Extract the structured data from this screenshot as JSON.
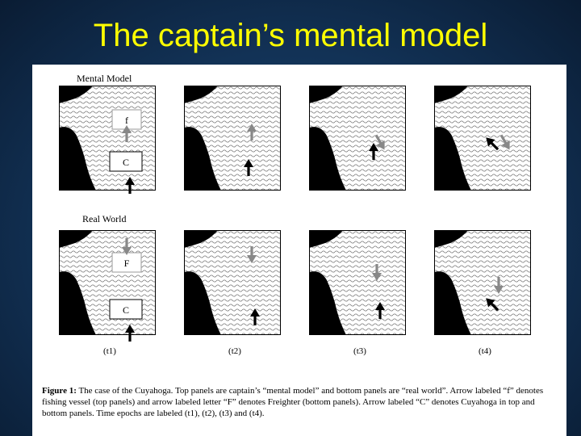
{
  "slide": {
    "title": "The captain’s mental model"
  },
  "figure": {
    "rows": [
      {
        "label": "Mental Model",
        "box_top": "f",
        "box_bottom": "C",
        "panels": [
          {
            "vessel_arrow": "up",
            "cuyahoga_arrow": "up"
          },
          {
            "vessel_arrow": "up",
            "cuyahoga_arrow": "up"
          },
          {
            "vessel_arrow": "down-right",
            "cuyahoga_arrow": "up"
          },
          {
            "vessel_arrow": "down-right",
            "cuyahoga_arrow": "up-left"
          }
        ]
      },
      {
        "label": "Real World",
        "box_top": "F",
        "box_bottom": "C",
        "panels": [
          {
            "vessel_arrow": "down",
            "cuyahoga_arrow": "up"
          },
          {
            "vessel_arrow": "down",
            "cuyahoga_arrow": "up"
          },
          {
            "vessel_arrow": "down",
            "cuyahoga_arrow": "up"
          },
          {
            "vessel_arrow": "down",
            "cuyahoga_arrow": "up-left"
          }
        ]
      }
    ],
    "time_labels": [
      "(t1)",
      "(t2)",
      "(t3)",
      "(t4)"
    ],
    "caption": {
      "lead": "Figure 1:",
      "text": "The case of the Cuyahoga. Top panels are captain’s “mental model” and bottom panels are “real world”. Arrow labeled “f” denotes fishing vessel (top panels) and arrow labeled letter “F” denotes Freighter (bottom panels). Arrow labeled “C” denotes Cuyahoga in top and bottom panels. Time epochs are labeled (t1), (t2), (t3) and (t4)."
    },
    "colors": {
      "vessel_arrow": "#888888",
      "cuyahoga_arrow": "#000000",
      "land": "#000000",
      "water_wave": "#777777"
    }
  }
}
